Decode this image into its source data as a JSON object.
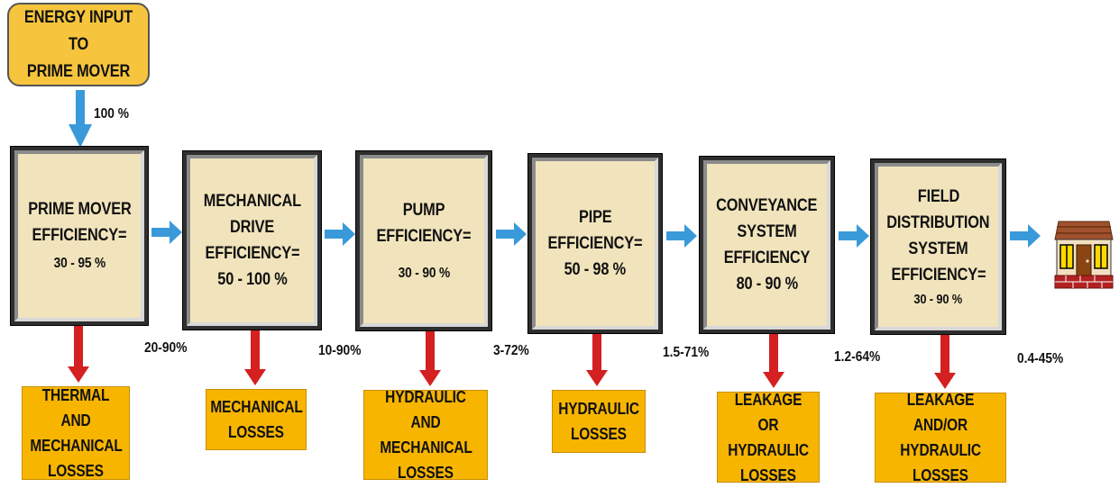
{
  "input": {
    "lines": [
      "ENERGY INPUT TO",
      "PRIME MOVER"
    ],
    "percent": "100 %"
  },
  "stages": [
    {
      "lines": [
        "PRIME MOVER",
        "EFFICIENCY="
      ],
      "value": "30 - 95 %",
      "out": "20-90%",
      "loss": [
        "THERMAL AND",
        "MECHANICAL",
        "LOSSES"
      ]
    },
    {
      "lines": [
        "MECHANICAL",
        "DRIVE",
        "EFFICIENCY="
      ],
      "value": "50 - 100 %",
      "out": "10-90%",
      "loss": [
        "MECHANICAL",
        "LOSSES"
      ]
    },
    {
      "lines": [
        "PUMP",
        "EFFICIENCY="
      ],
      "value": "30 - 90 %",
      "out": "3-72%",
      "loss": [
        "HYDRAULIC AND",
        "MECHANICAL",
        "LOSSES"
      ]
    },
    {
      "lines": [
        "PIPE",
        "EFFICIENCY="
      ],
      "value": "50 - 98 %",
      "out": "1.5-71%",
      "loss": [
        "HYDRAULIC",
        "LOSSES"
      ]
    },
    {
      "lines": [
        "CONVEYANCE",
        "SYSTEM",
        "EFFICIENCY"
      ],
      "value": "80 - 90 %",
      "out": "1.2-64%",
      "loss": [
        "LEAKAGE OR",
        "HYDRAULIC",
        "LOSSES"
      ]
    },
    {
      "lines": [
        "FIELD",
        "DISTRIBUTION",
        "SYSTEM",
        "EFFICIENCY="
      ],
      "value": "30 - 90 %",
      "out": "0.4-45%",
      "loss": [
        "LEAKAGE AND/OR",
        "HYDRAULIC",
        "LOSSES"
      ]
    }
  ],
  "colors": {
    "flow_arrow": "#3a9ad9",
    "loss_arrow": "#d42020",
    "loss_fill": "#f7b500",
    "input_fill": "#f7c53d",
    "box_fill": "#f1e4bc",
    "box_frame": "#2e2e2e"
  },
  "end_icon": "house-icon"
}
